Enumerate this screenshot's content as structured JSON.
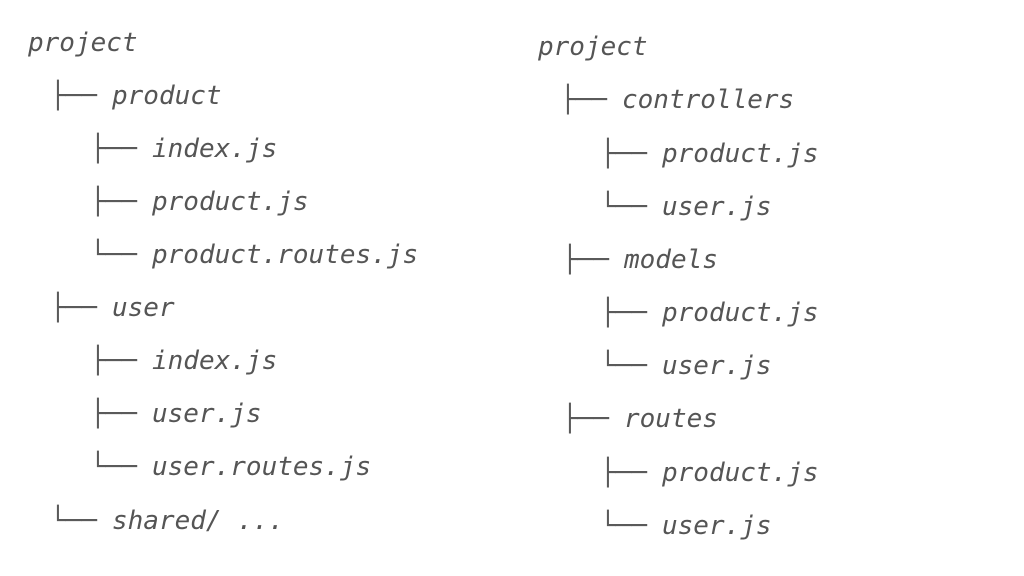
{
  "left_tree": {
    "root": "project",
    "items": [
      {
        "connector": "├──",
        "label": "product"
      },
      {
        "connector": "├──",
        "label": "index.js"
      },
      {
        "connector": "├──",
        "label": "product.js"
      },
      {
        "connector": "└──",
        "label": "product.routes.js"
      },
      {
        "connector": "├──",
        "label": "user"
      },
      {
        "connector": "├──",
        "label": "index.js"
      },
      {
        "connector": "├──",
        "label": "user.js"
      },
      {
        "connector": "└──",
        "label": "user.routes.js"
      },
      {
        "connector": "└──",
        "label": "shared/ ..."
      }
    ]
  },
  "right_tree": {
    "root": "project",
    "items": [
      {
        "connector": "├──",
        "label": "controllers"
      },
      {
        "connector": "├──",
        "label": "product.js"
      },
      {
        "connector": "└──",
        "label": "user.js"
      },
      {
        "connector": "├──",
        "label": "models"
      },
      {
        "connector": "├──",
        "label": "product.js"
      },
      {
        "connector": "└──",
        "label": "user.js"
      },
      {
        "connector": "├──",
        "label": "routes"
      },
      {
        "connector": "├──",
        "label": "product.js"
      },
      {
        "connector": "└──",
        "label": "user.js"
      }
    ]
  }
}
